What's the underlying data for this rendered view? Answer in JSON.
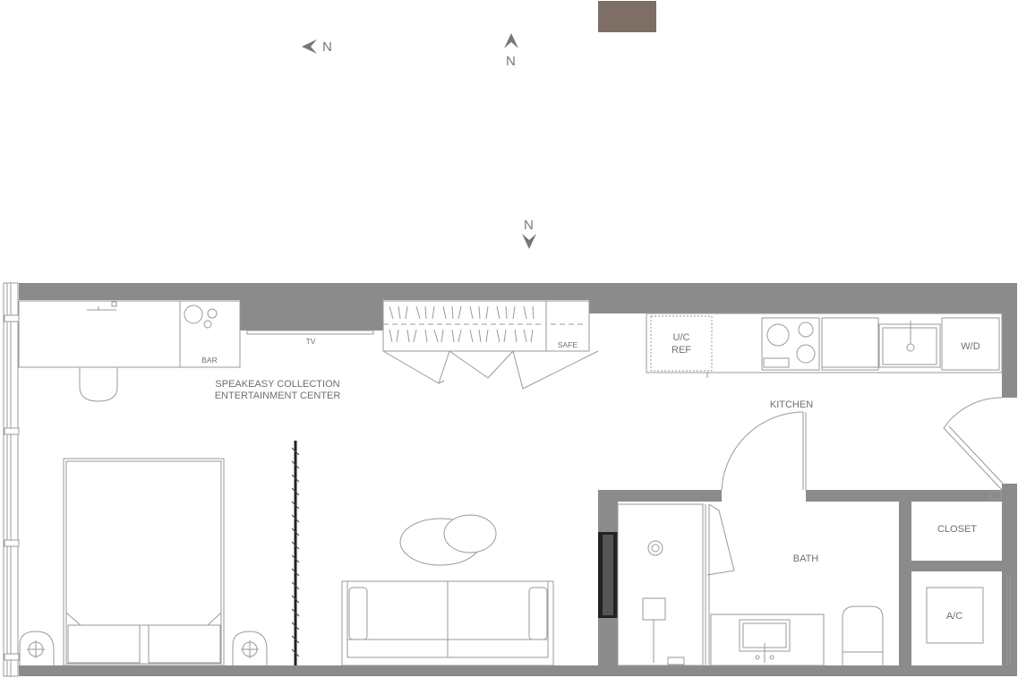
{
  "compass": {
    "letter_left": "N",
    "letter_up": "N",
    "letter_down": "N"
  },
  "swatch_color": "#7d6e66",
  "wall_color": "#8b8b8b",
  "line_color": "#9a9a9a",
  "rooms": {
    "bar": "BAR",
    "tv": "TV",
    "safe": "SAFE",
    "uc_ref_line1": "U/C",
    "uc_ref_line2": "REF",
    "wd": "W/D",
    "entertainment_line1": "SPEAKEASY COLLECTION",
    "entertainment_line2": "ENTERTAINMENT CENTER",
    "kitchen": "KITCHEN",
    "bath": "BATH",
    "closet": "CLOSET",
    "ac": "A/C"
  }
}
